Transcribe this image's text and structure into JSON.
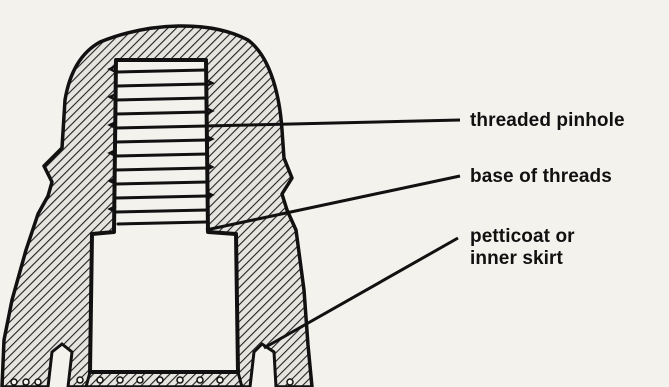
{
  "labels": {
    "threaded_pinhole": "threaded pinhole",
    "base_of_threads": "base of threads",
    "petticoat_line1": "petticoat or",
    "petticoat_line2": "inner skirt"
  },
  "colors": {
    "background": "#f4f2ec",
    "ink": "#111111",
    "glass_hatch_bg": "#e7e5df"
  }
}
